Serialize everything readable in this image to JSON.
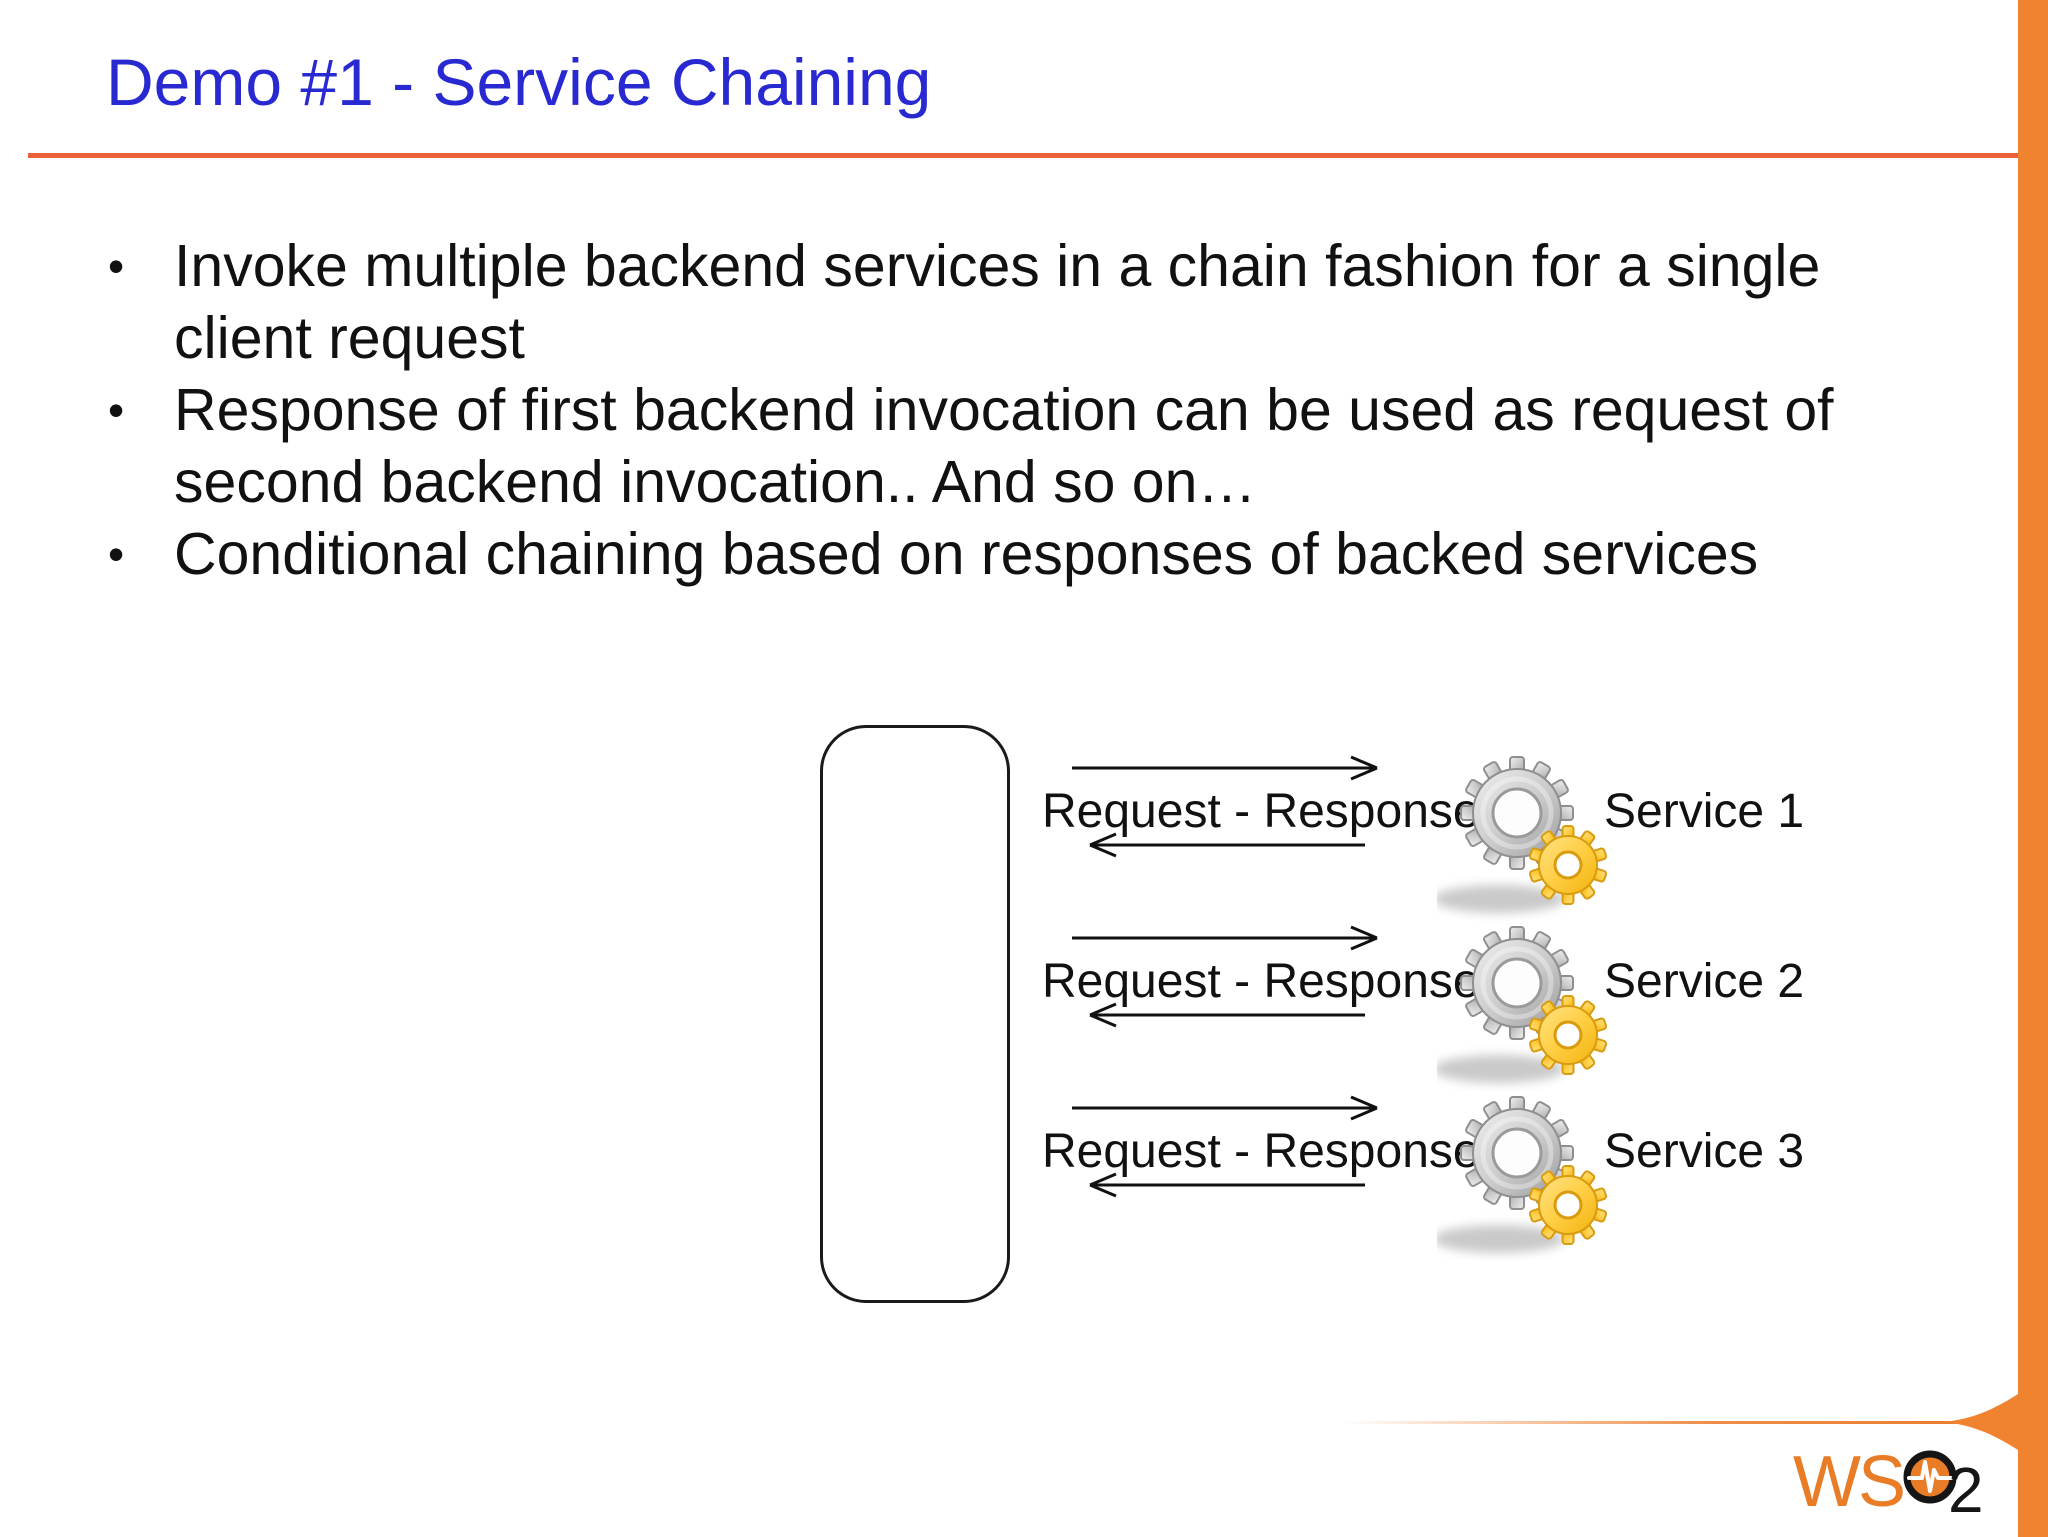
{
  "slide": {
    "title": "Demo #1 - Service Chaining",
    "bullet_char": "•",
    "bullets": [
      {
        "lines": [
          "Invoke multiple backend services in a chain fashion for a single",
          "client request"
        ]
      },
      {
        "lines": [
          "Response of first backend invocation can be used as request of",
          "second backend invocation.. And so on…"
        ]
      },
      {
        "lines": [
          "Conditional chaining based on responses of backed services"
        ]
      }
    ],
    "diagram": {
      "rows": [
        {
          "label": "Request - Response",
          "service": "Service 1"
        },
        {
          "label": "Request - Response",
          "service": "Service 2"
        },
        {
          "label": "Request - Response",
          "service": "Service 3"
        }
      ]
    },
    "logo": {
      "ws": "WS",
      "two": "2"
    },
    "colors": {
      "title_blue": "#2929D1",
      "underline_orange": "#EA6236",
      "sidebar_orange": "#F0832F",
      "logo_orange": "#E97C26",
      "text_black": "#111111"
    }
  }
}
